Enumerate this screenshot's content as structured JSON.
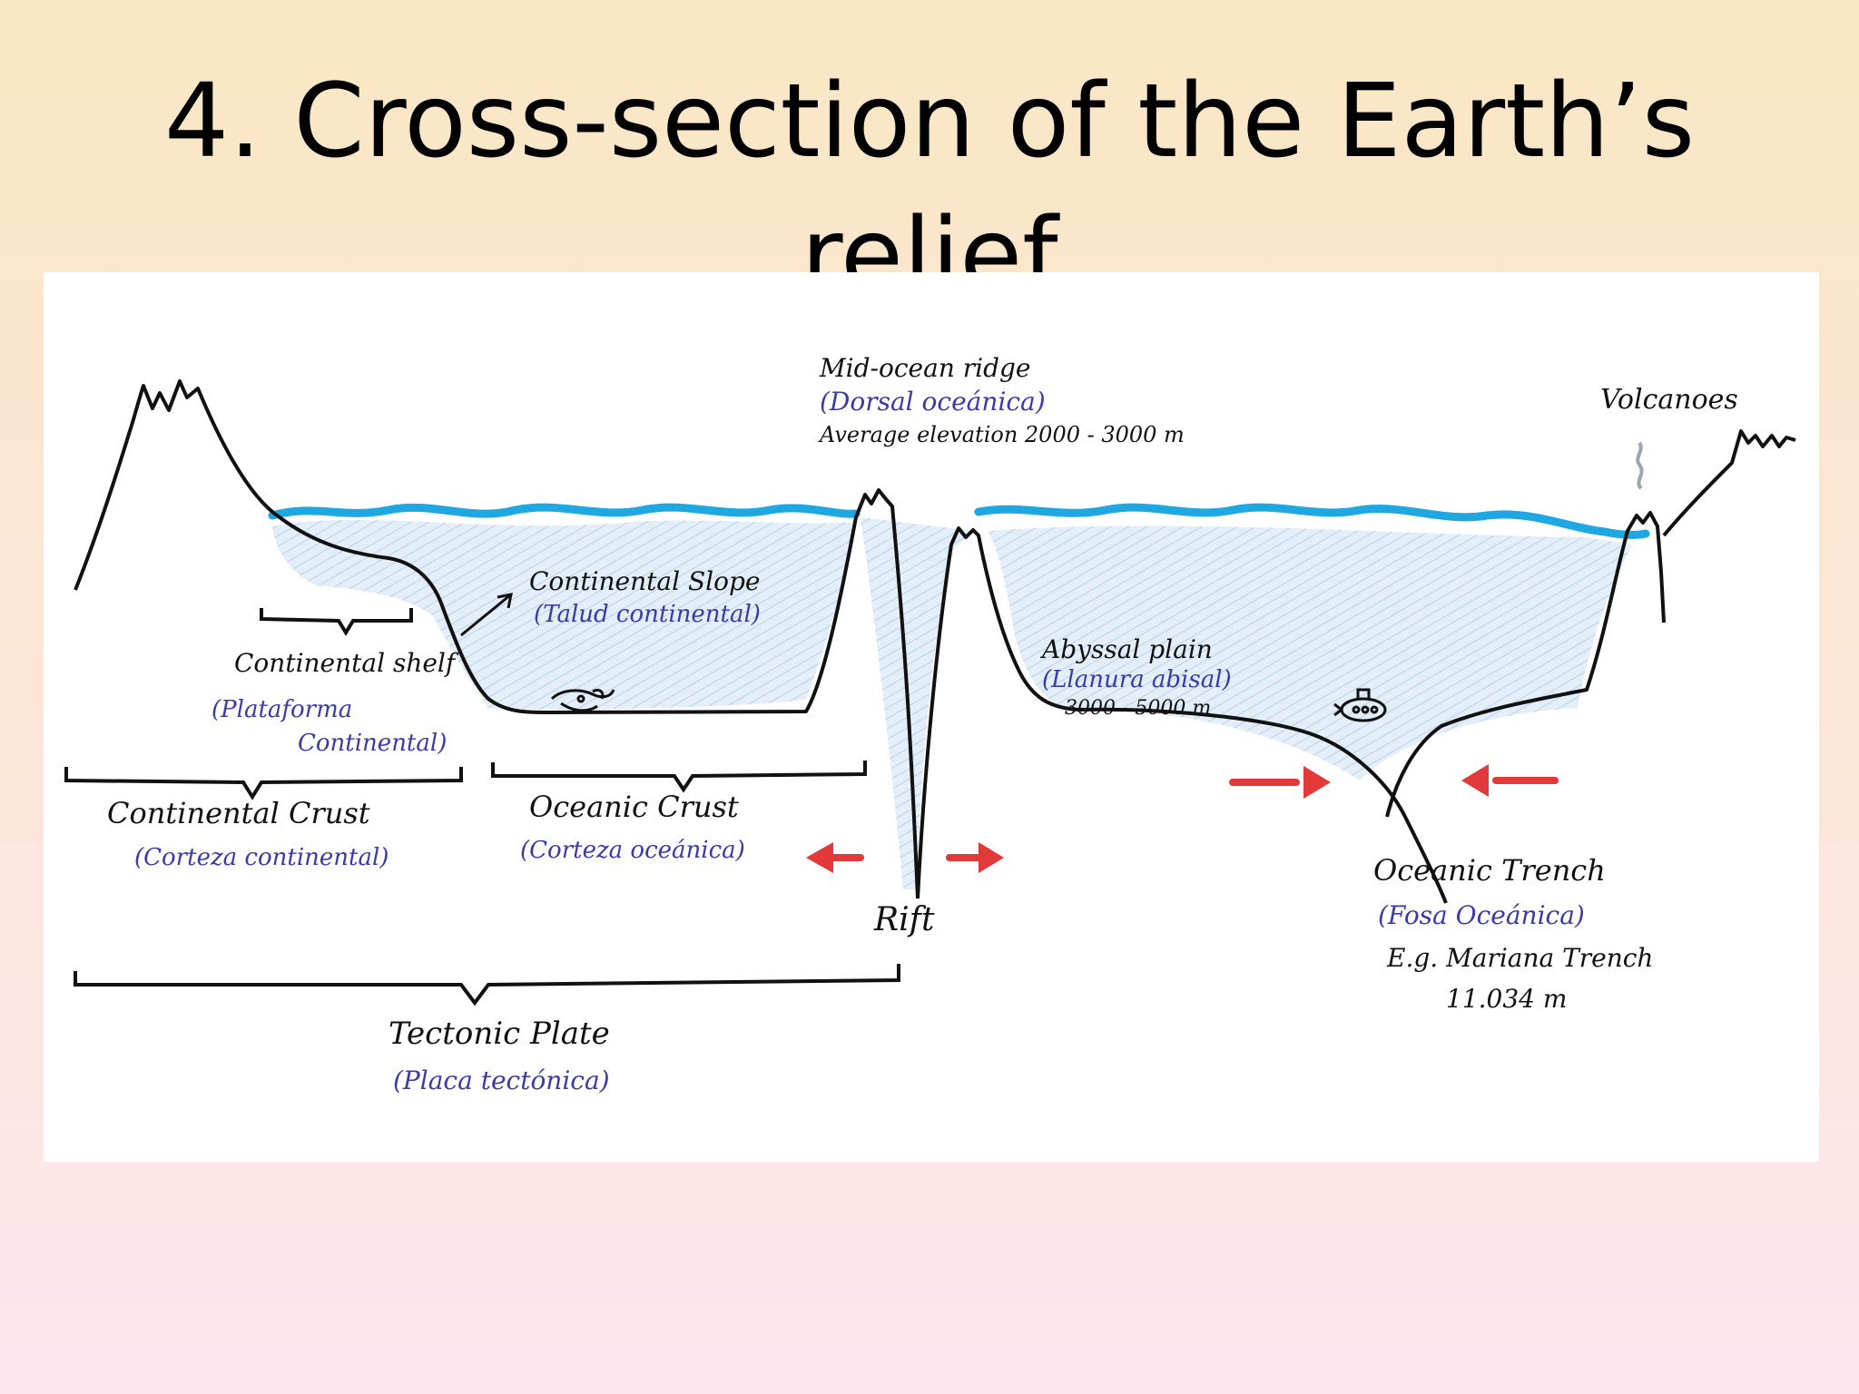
{
  "title": {
    "line1": "4. Cross-section of the Earth’s",
    "line2": "relief"
  },
  "labels": {
    "mid_ocean_ridge": "Mid-ocean ridge",
    "mid_ocean_ridge_es": "(Dorsal oceánica)",
    "ridge_elevation": "Average elevation 2000 - 3000 m",
    "volcanoes": "Volcanoes",
    "continental_slope": "Continental Slope",
    "continental_slope_es": "(Talud continental)",
    "continental_shelf": "Continental shelf",
    "continental_shelf_es_1": "(Plataforma",
    "continental_shelf_es_2": "Continental)",
    "abyssal_plain": "Abyssal plain",
    "abyssal_plain_es": "(Llanura abisal)",
    "abyssal_depth": "3000 - 5000 m",
    "continental_crust": "Continental Crust",
    "continental_crust_es": "(Corteza continental)",
    "oceanic_crust": "Oceanic Crust",
    "oceanic_crust_es": "(Corteza oceánica)",
    "rift": "Rift",
    "oceanic_trench": "Oceanic Trench",
    "oceanic_trench_es": "(Fosa Oceánica)",
    "trench_example": "E.g. Mariana Trench",
    "trench_depth": "11.034 m",
    "tectonic_plate": "Tectonic Plate",
    "tectonic_plate_es": "(Placa tectónica)"
  },
  "colors": {
    "water_surface": "#1ea7e0",
    "water_fill": "#dcebf6",
    "arrows": "#e23a3a",
    "english_labels": "#111111",
    "spanish_labels": "#3a3aa8"
  }
}
